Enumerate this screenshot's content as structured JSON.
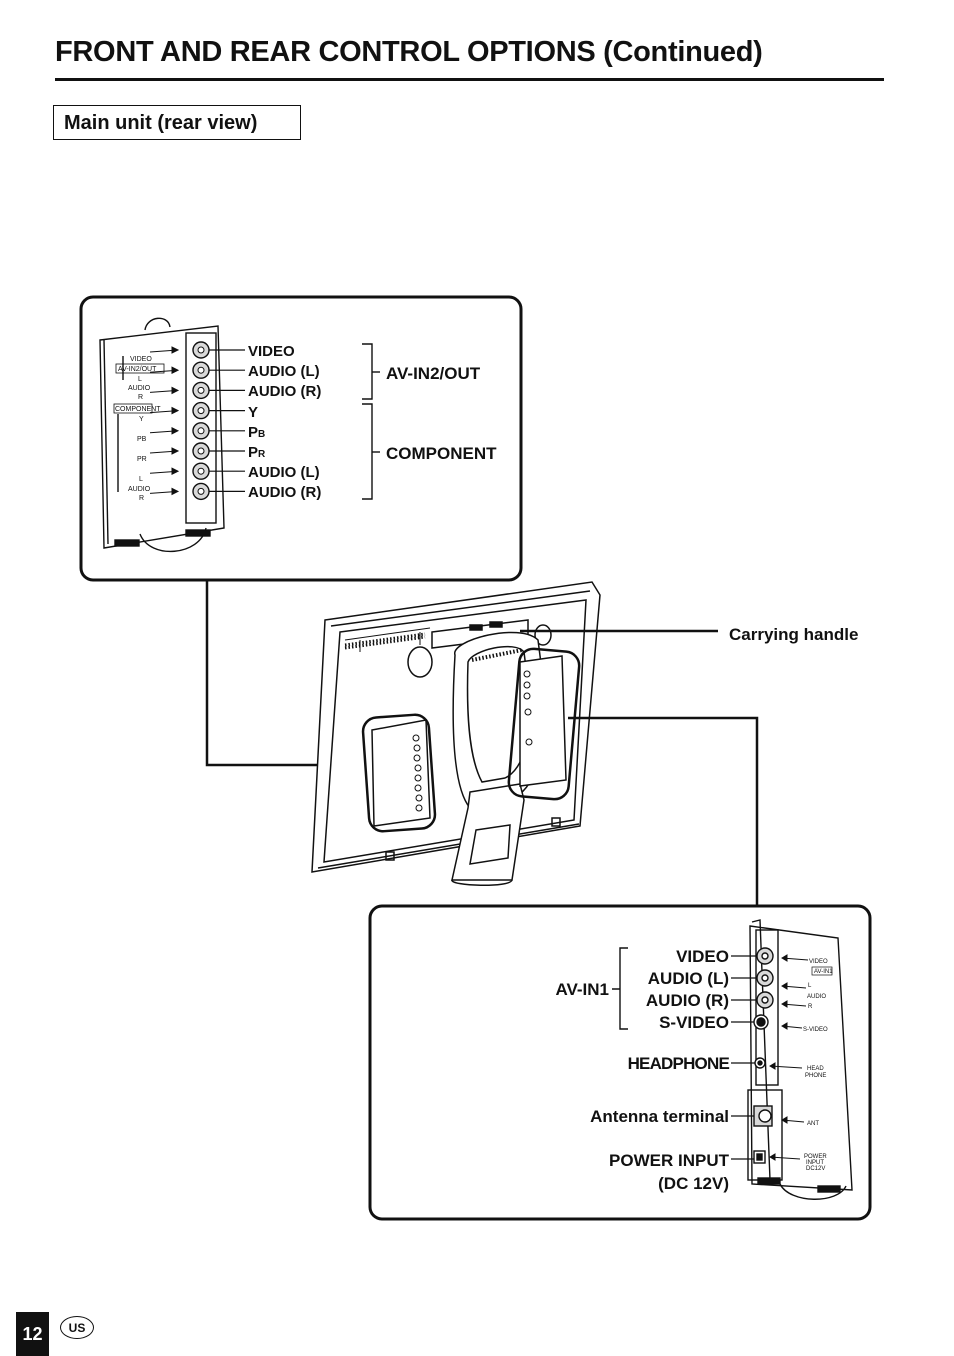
{
  "page": {
    "title": "FRONT AND REAR CONTROL OPTIONS (Continued)",
    "section_label": "Main unit (rear view)",
    "page_number": "12",
    "region_badge": "US"
  },
  "upper_panel": {
    "callouts": [
      {
        "main": "VIDEO",
        "sub": ""
      },
      {
        "main": "AUDIO (L)",
        "sub": ""
      },
      {
        "main": "AUDIO (R)",
        "sub": ""
      },
      {
        "main": "Y",
        "sub": ""
      },
      {
        "main": "P",
        "sub": "B"
      },
      {
        "main": "P",
        "sub": "R"
      },
      {
        "main": "AUDIO (L)",
        "sub": ""
      },
      {
        "main": "AUDIO (R)",
        "sub": ""
      }
    ],
    "groups": [
      "AV-IN2/OUT",
      "COMPONENT"
    ],
    "printed_labels": {
      "video": "VIDEO",
      "av_in2_out": "AV-IN2/OUT",
      "l": "L",
      "audio": "AUDIO",
      "r": "R",
      "component": "COMPONENT",
      "y": "Y",
      "pb": "PB",
      "pr": "PR",
      "l2": "L",
      "audio2": "AUDIO",
      "r2": "R"
    }
  },
  "unit": {
    "carrying_handle": "Carrying handle"
  },
  "lower_panel": {
    "group": "AV-IN1",
    "av_in1_items": [
      "VIDEO",
      "AUDIO (L)",
      "AUDIO (R)",
      "S-VIDEO"
    ],
    "headphone": "HEADPHONE",
    "antenna": "Antenna terminal",
    "power_input": "POWER INPUT",
    "power_input_spec": "(DC 12V)",
    "printed_labels": {
      "video": "VIDEO",
      "av_in1": "AV-IN1",
      "l": "L",
      "audio": "AUDIO",
      "r": "R",
      "s_video": "S-VIDEO",
      "head": "HEAD",
      "phone": "PHONE",
      "ant": "ANT",
      "power": "POWER",
      "input": "INPUT",
      "dc12v": "DC12V"
    }
  },
  "colors": {
    "ink": "#111111",
    "background": "#ffffff",
    "panel_fill": "#f7f7f7",
    "jack_fill": "#d9d9d9"
  }
}
